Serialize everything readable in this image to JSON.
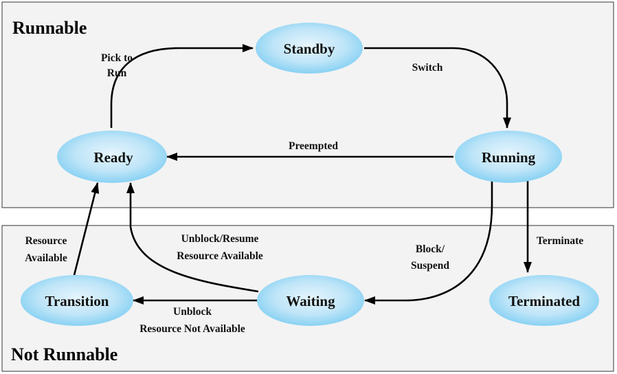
{
  "regions": {
    "runnable": "Runnable",
    "not_runnable": "Not Runnable"
  },
  "states": {
    "standby": "Standby",
    "ready": "Ready",
    "running": "Running",
    "transition": "Transition",
    "waiting": "Waiting",
    "terminated": "Terminated"
  },
  "edges": {
    "pick_to_run": [
      "Pick to",
      "Run"
    ],
    "switch": "Switch",
    "preempted": "Preempted",
    "block_suspend": [
      "Block/",
      "Suspend"
    ],
    "terminate": "Terminate",
    "unblock_resume": [
      "Unblock/Resume",
      "Resource Available"
    ],
    "resource_available": [
      "Resource",
      "Available"
    ],
    "unblock_not_available": [
      "Unblock",
      "Resource Not Available"
    ]
  },
  "colors": {
    "state_fill_center": "#e6f5fd",
    "state_fill_edge": "#7ccdf2",
    "region_fill": "#f3f3f3",
    "arrow": "#000000"
  }
}
